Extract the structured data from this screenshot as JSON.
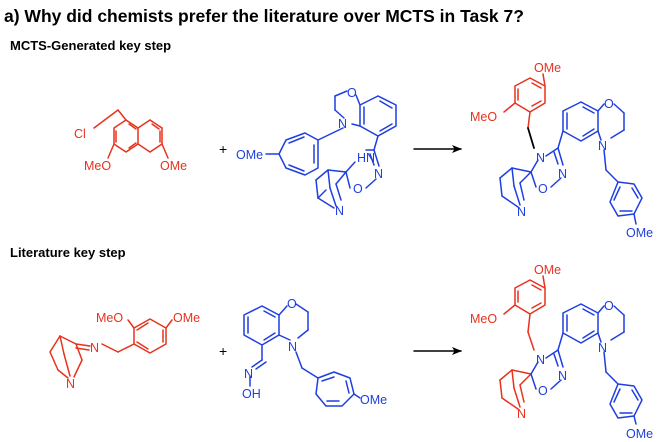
{
  "title": "a) Why did chemists prefer the literature over MCTS in Task 7?",
  "sections": {
    "mcts_label": "MCTS-Generated key step",
    "literature_label": "Literature key step"
  },
  "atoms": {
    "cl": "Cl",
    "meo": "MeO",
    "ome": "OMe",
    "o": "O",
    "n": "N",
    "hn": "HN",
    "oh": "OH",
    "plus": "+"
  },
  "colors": {
    "reagent": "#e8321e",
    "substrate": "#1f3fe0",
    "arrow": "#000000"
  }
}
